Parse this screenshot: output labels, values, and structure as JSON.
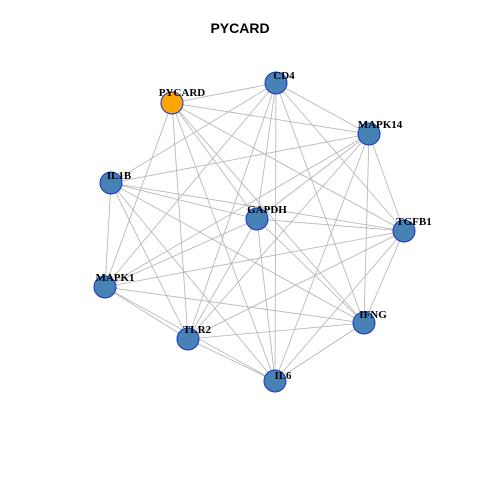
{
  "title": "PYCARD",
  "colors": {
    "highlight_node": "#FFA500",
    "node": "#4682B4",
    "node_border": "#1a2fd0",
    "edge": "#b3b3b3"
  },
  "nodes": [
    {
      "id": "PYCARD",
      "highlight": true
    },
    {
      "id": "CD4"
    },
    {
      "id": "MAPK14"
    },
    {
      "id": "IL1B"
    },
    {
      "id": "GAPDH"
    },
    {
      "id": "TGFB1"
    },
    {
      "id": "MAPK1"
    },
    {
      "id": "IFNG"
    },
    {
      "id": "TLR2"
    },
    {
      "id": "IL6"
    }
  ],
  "edges": [
    [
      "PYCARD",
      "CD4"
    ],
    [
      "PYCARD",
      "MAPK14"
    ],
    [
      "PYCARD",
      "GAPDH"
    ],
    [
      "PYCARD",
      "TGFB1"
    ],
    [
      "PYCARD",
      "MAPK1"
    ],
    [
      "PYCARD",
      "TLR2"
    ],
    [
      "PYCARD",
      "IL6"
    ],
    [
      "PYCARD",
      "IFNG"
    ],
    [
      "CD4",
      "MAPK14"
    ],
    [
      "CD4",
      "IL1B"
    ],
    [
      "CD4",
      "GAPDH"
    ],
    [
      "CD4",
      "TGFB1"
    ],
    [
      "CD4",
      "MAPK1"
    ],
    [
      "CD4",
      "IFNG"
    ],
    [
      "CD4",
      "TLR2"
    ],
    [
      "CD4",
      "IL6"
    ],
    [
      "MAPK14",
      "IL1B"
    ],
    [
      "MAPK14",
      "GAPDH"
    ],
    [
      "MAPK14",
      "TGFB1"
    ],
    [
      "MAPK14",
      "MAPK1"
    ],
    [
      "MAPK14",
      "IFNG"
    ],
    [
      "MAPK14",
      "TLR2"
    ],
    [
      "MAPK14",
      "IL6"
    ],
    [
      "IL1B",
      "GAPDH"
    ],
    [
      "IL1B",
      "TGFB1"
    ],
    [
      "IL1B",
      "MAPK1"
    ],
    [
      "IL1B",
      "IFNG"
    ],
    [
      "IL1B",
      "TLR2"
    ],
    [
      "IL1B",
      "IL6"
    ],
    [
      "GAPDH",
      "TGFB1"
    ],
    [
      "GAPDH",
      "MAPK1"
    ],
    [
      "GAPDH",
      "IFNG"
    ],
    [
      "GAPDH",
      "TLR2"
    ],
    [
      "GAPDH",
      "IL6"
    ],
    [
      "TGFB1",
      "MAPK1"
    ],
    [
      "TGFB1",
      "IFNG"
    ],
    [
      "TGFB1",
      "TLR2"
    ],
    [
      "TGFB1",
      "IL6"
    ],
    [
      "MAPK1",
      "IFNG"
    ],
    [
      "MAPK1",
      "TLR2"
    ],
    [
      "MAPK1",
      "IL6"
    ],
    [
      "IFNG",
      "TLR2"
    ],
    [
      "IFNG",
      "IL6"
    ],
    [
      "TLR2",
      "IL6"
    ]
  ]
}
